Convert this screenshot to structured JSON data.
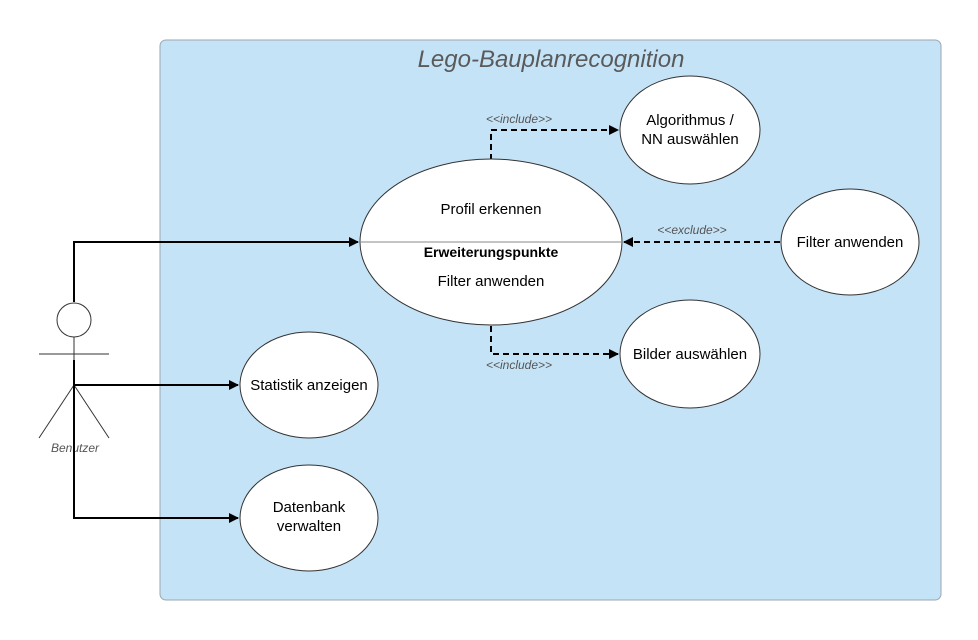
{
  "system": {
    "title": "Lego-Bauplanrecognition",
    "fill_color": "#c5e3f6",
    "border_color": "#9aa7b0"
  },
  "actor": {
    "label": "Benutzer"
  },
  "use_cases": {
    "profil": {
      "title": "Profil erkennen",
      "extension_header": "Erweiterungspunkte",
      "extension_point": "Filter anwenden"
    },
    "algorithmus": {
      "line1": "Algorithmus /",
      "line2": "NN auswählen"
    },
    "filter": {
      "label": "Filter anwenden"
    },
    "bilder": {
      "label": "Bilder auswählen"
    },
    "statistik": {
      "label": "Statistik anzeigen"
    },
    "datenbank": {
      "line1": "Datenbank",
      "line2": "verwalten"
    }
  },
  "relations": {
    "include_top": "<<include>>",
    "exclude": "<<exclude>>",
    "include_bottom": "<<include>>"
  }
}
